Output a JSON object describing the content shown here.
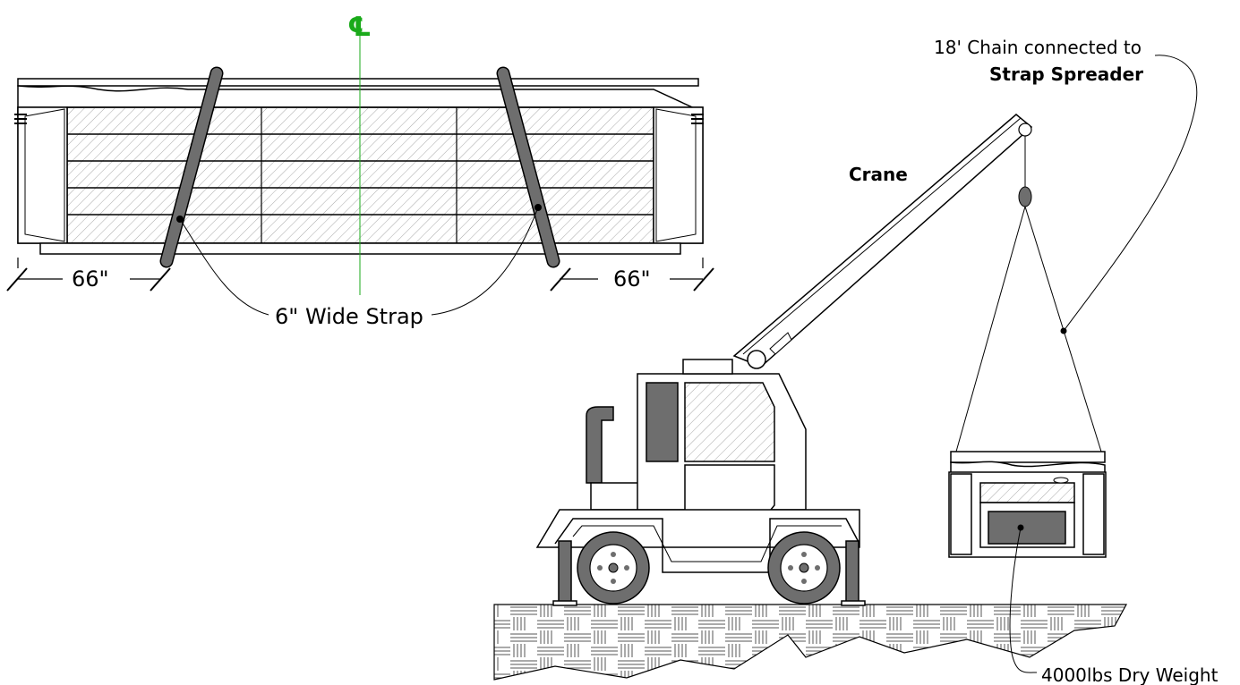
{
  "labels": {
    "centerline": "℄",
    "strap_width": "6\" Wide Strap",
    "offset_left": "66\"",
    "offset_right": "66\"",
    "chain_line1": "18' Chain connected to",
    "chain_line2": "Strap Spreader",
    "crane": "Crane",
    "weight": "4000lbs Dry Weight"
  },
  "colors": {
    "line": "#000000",
    "strap": "#6e6e6e",
    "hatch": "#9a9a9a",
    "centerline": "#1aaa1a",
    "dark_fill": "#5a5a5a"
  }
}
